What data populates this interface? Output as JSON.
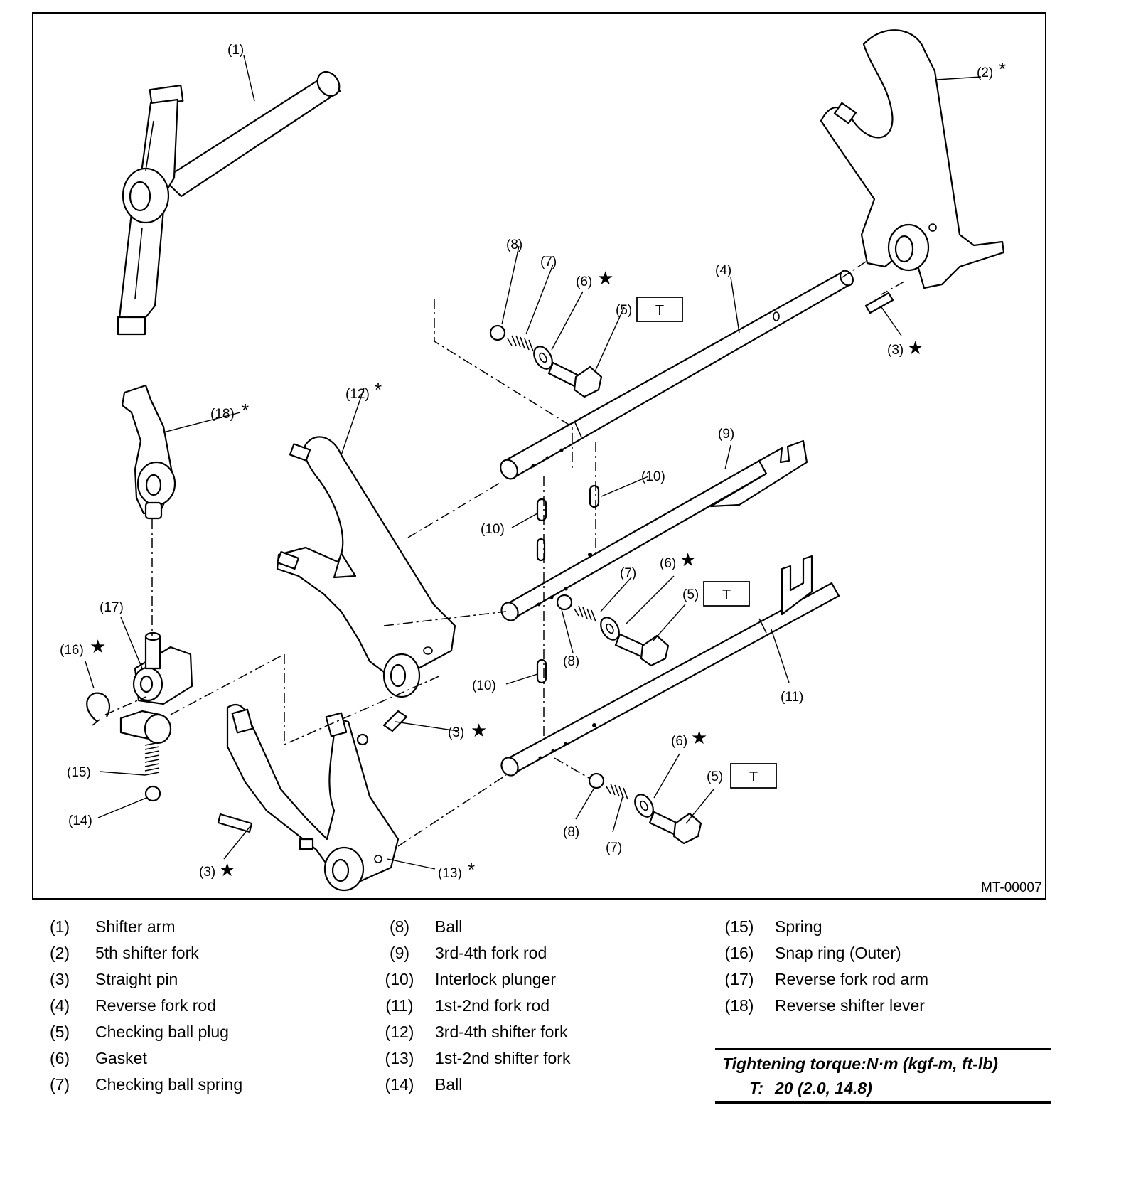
{
  "figure": {
    "id": "MT-00007",
    "torque_box_symbol": "T",
    "callouts": {
      "c1": "(1)",
      "c2": "(2)",
      "c3a": "(3)",
      "c3b": "(3)",
      "c3c": "(3)",
      "c4": "(4)",
      "c5a": "(5)",
      "c5b": "(5)",
      "c5c": "(5)",
      "c6a": "(6)",
      "c6b": "(6)",
      "c6c": "(6)",
      "c7a": "(7)",
      "c7b": "(7)",
      "c7c": "(7)",
      "c8a": "(8)",
      "c8b": "(8)",
      "c8c": "(8)",
      "c9": "(9)",
      "c10a": "(10)",
      "c10b": "(10)",
      "c10c": "(10)",
      "c11": "(11)",
      "c12": "(12)",
      "c13": "(13)",
      "c14": "(14)",
      "c15": "(15)",
      "c16": "(16)",
      "c17": "(17)",
      "c18": "(18)"
    },
    "symbols": {
      "replace_star": "★",
      "select_asterisk": "*"
    }
  },
  "legend": {
    "items": [
      {
        "num": "(1)",
        "name": "Shifter arm"
      },
      {
        "num": "(2)",
        "name": "5th shifter fork"
      },
      {
        "num": "(3)",
        "name": "Straight pin"
      },
      {
        "num": "(4)",
        "name": "Reverse fork rod"
      },
      {
        "num": "(5)",
        "name": "Checking ball plug"
      },
      {
        "num": "(6)",
        "name": "Gasket"
      },
      {
        "num": "(7)",
        "name": "Checking ball spring"
      },
      {
        "num": "(8)",
        "name": "Ball"
      },
      {
        "num": "(9)",
        "name": "3rd-4th fork rod"
      },
      {
        "num": "(10)",
        "name": "Interlock plunger"
      },
      {
        "num": "(11)",
        "name": "1st-2nd fork rod"
      },
      {
        "num": "(12)",
        "name": "3rd-4th shifter fork"
      },
      {
        "num": "(13)",
        "name": "1st-2nd shifter fork"
      },
      {
        "num": "(14)",
        "name": "Ball"
      },
      {
        "num": "(15)",
        "name": "Spring"
      },
      {
        "num": "(16)",
        "name": "Snap ring (Outer)"
      },
      {
        "num": "(17)",
        "name": "Reverse fork rod arm"
      },
      {
        "num": "(18)",
        "name": "Reverse shifter lever"
      }
    ]
  },
  "torque": {
    "title": "Tightening torque:N·m (kgf-m, ft-lb)",
    "symbol": "T:",
    "value": "20 (2.0, 14.8)"
  }
}
